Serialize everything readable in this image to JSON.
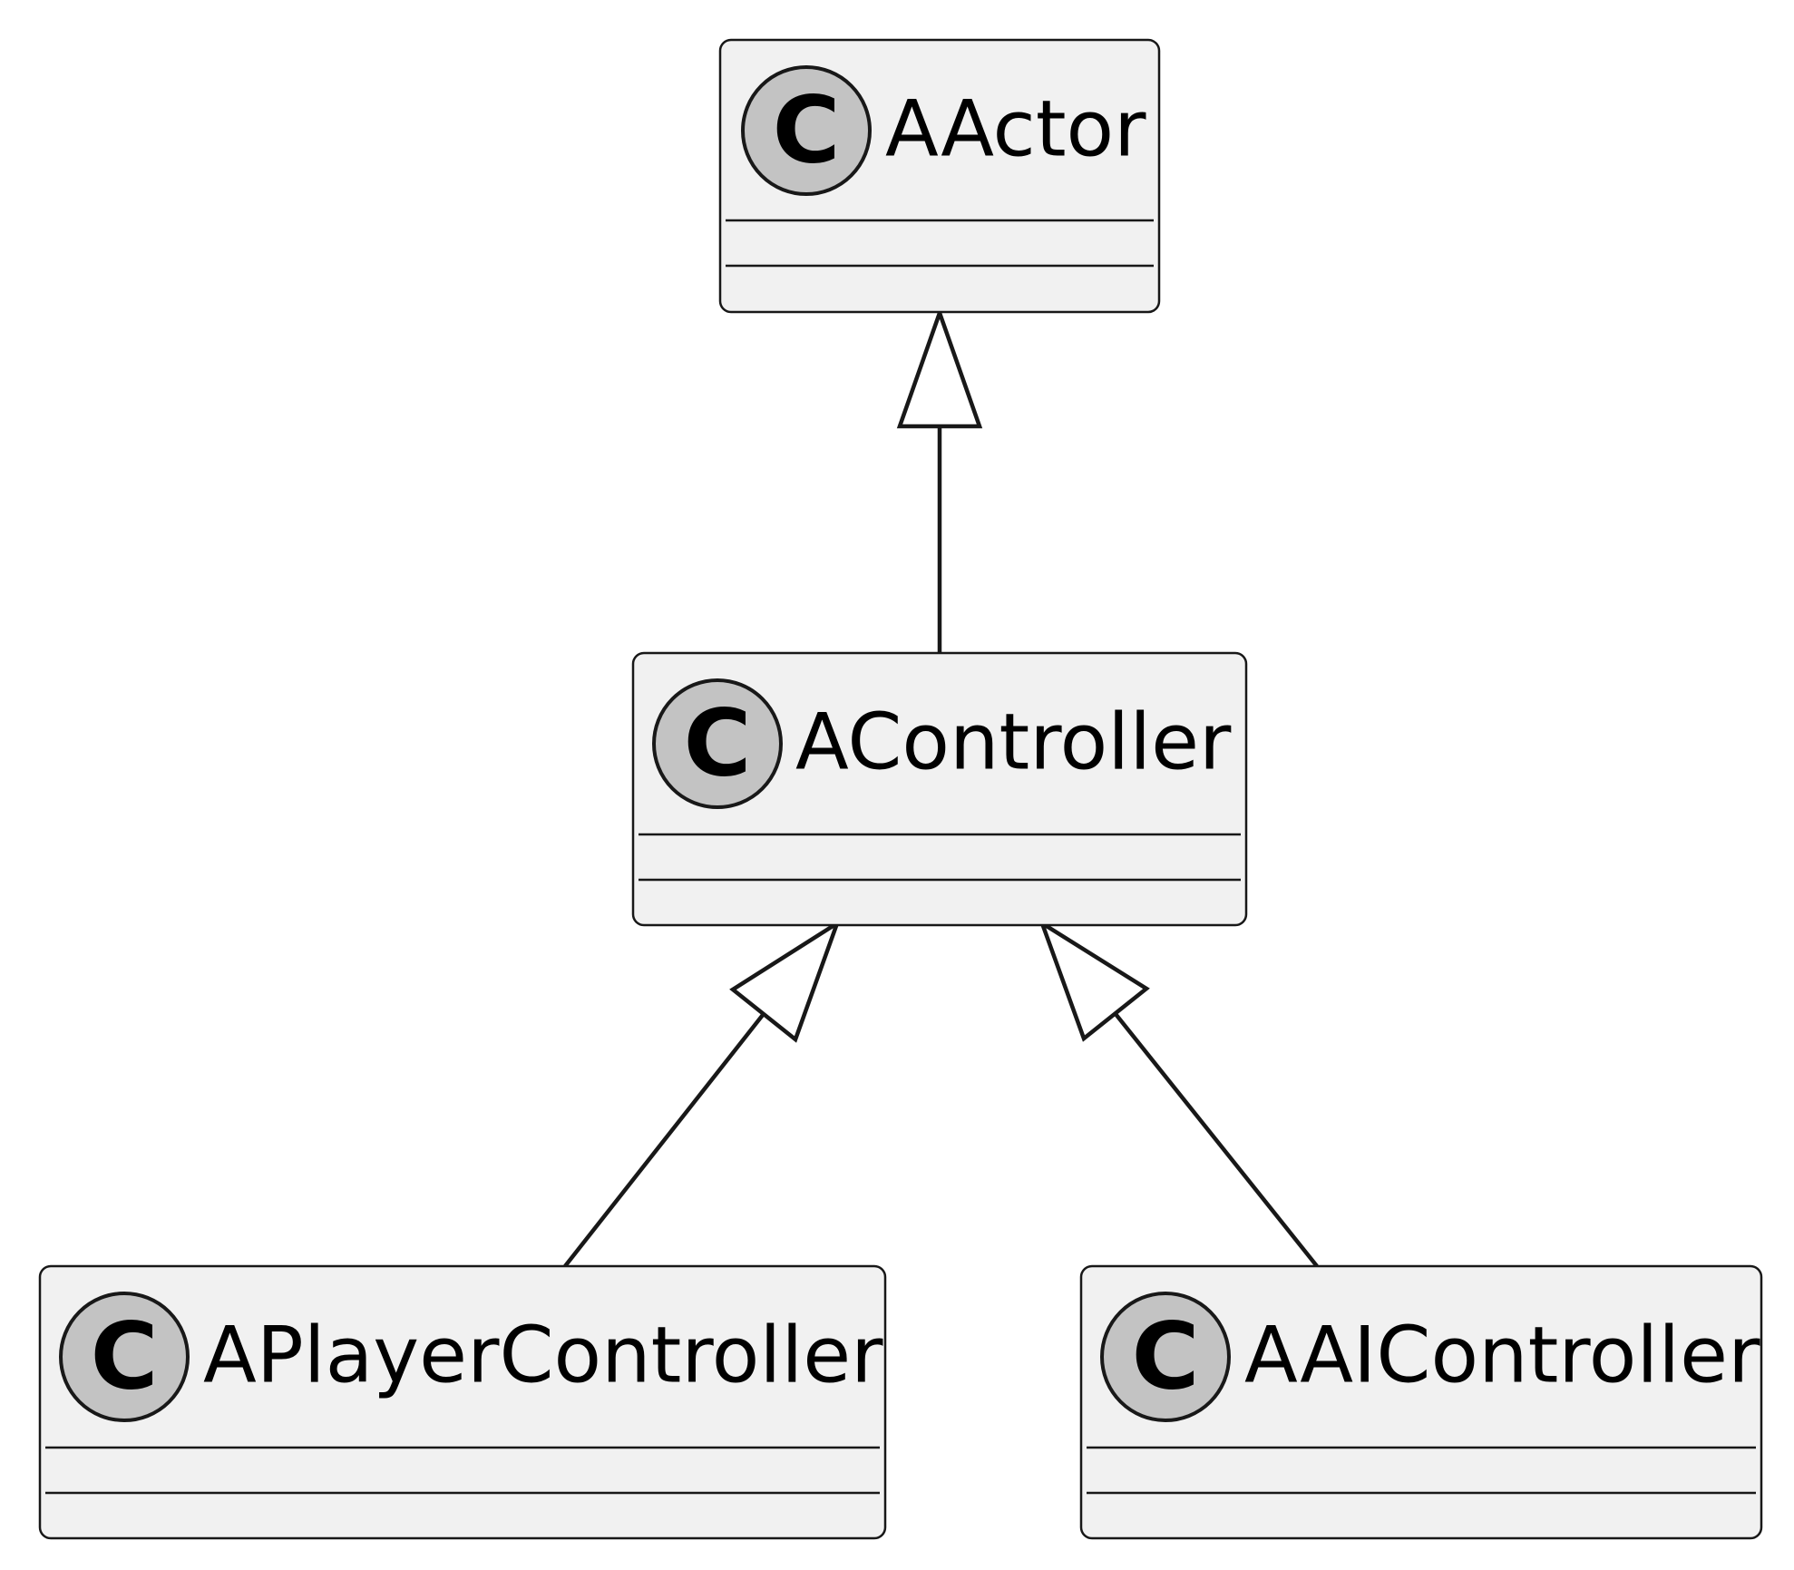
{
  "diagram": {
    "type": "uml-class-diagram",
    "badge_letter": "C",
    "colors": {
      "background": "#ffffff",
      "class_fill": "#f1f1f1",
      "badge_fill": "#c3c3c3",
      "stroke": "#181818",
      "text": "#000000"
    },
    "classes": [
      {
        "id": "aactor",
        "name": "AActor"
      },
      {
        "id": "acontroller",
        "name": "AController"
      },
      {
        "id": "aplayercontroller",
        "name": "APlayerController"
      },
      {
        "id": "aaicontroller",
        "name": "AAIController"
      }
    ],
    "relations": [
      {
        "type": "inheritance",
        "from": "acontroller",
        "to": "aactor"
      },
      {
        "type": "inheritance",
        "from": "aplayercontroller",
        "to": "acontroller"
      },
      {
        "type": "inheritance",
        "from": "aaicontroller",
        "to": "acontroller"
      }
    ]
  }
}
